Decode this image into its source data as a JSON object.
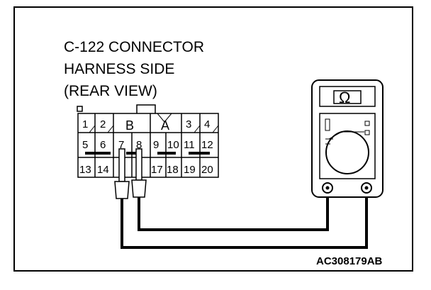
{
  "diagram": {
    "title_lines": [
      "C-122 CONNECTOR",
      "HARNESS SIDE",
      "(REAR VIEW)"
    ],
    "connector": {
      "top_row": [
        "1",
        "2",
        "B",
        "A",
        "3",
        "4"
      ],
      "middle_row": [
        "5",
        "6",
        "7",
        "8",
        "9",
        "10",
        "11",
        "12"
      ],
      "bottom_row": [
        "13",
        "14",
        "",
        "",
        "17",
        "18",
        "19",
        "20"
      ]
    },
    "meter": {
      "display_symbol": "Ω",
      "device": "ohmmeter"
    },
    "figure_code": "AC308179AB"
  }
}
